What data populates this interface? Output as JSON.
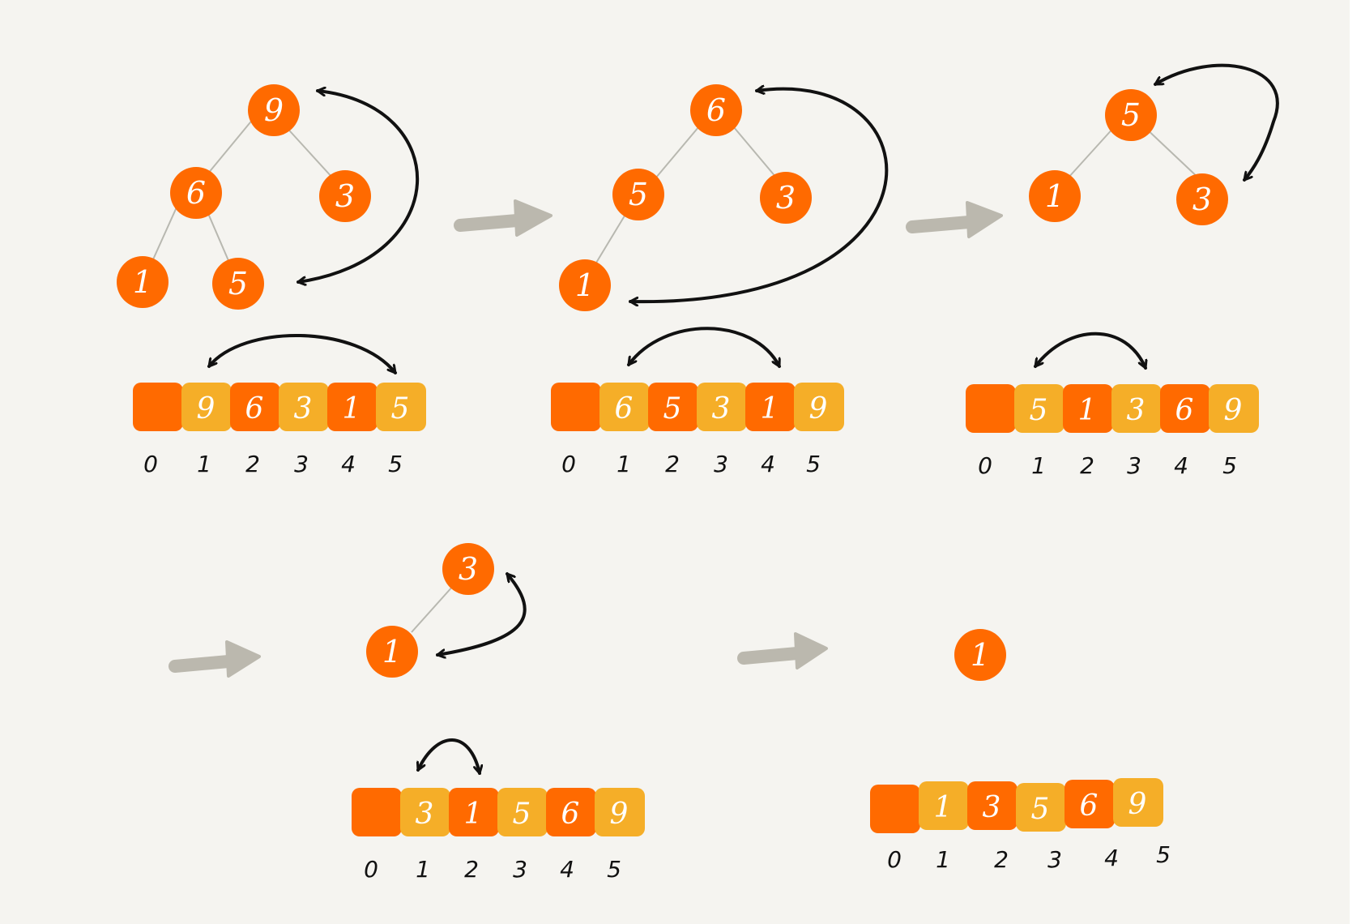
{
  "colors": {
    "background": "#f5f4f0",
    "node": "#ff6a00",
    "cell_dark": "#ff6a00",
    "cell_light": "#f5ae28",
    "edge": "#b8b8b0",
    "swap_arrow": "#111111",
    "step_arrow": "#bbb8ae"
  },
  "steps": [
    {
      "tree": [
        "9",
        "6",
        "3",
        "1",
        "5"
      ],
      "array": [
        "",
        "9",
        "6",
        "3",
        "1",
        "5"
      ],
      "indices": [
        "0",
        "1",
        "2",
        "3",
        "4",
        "5"
      ]
    },
    {
      "tree": [
        "6",
        "5",
        "3",
        "1"
      ],
      "array": [
        "",
        "6",
        "5",
        "3",
        "1",
        "9"
      ],
      "indices": [
        "0",
        "1",
        "2",
        "3",
        "4",
        "5"
      ]
    },
    {
      "tree": [
        "5",
        "1",
        "3"
      ],
      "array": [
        "",
        "5",
        "1",
        "3",
        "6",
        "9"
      ],
      "indices": [
        "0",
        "1",
        "2",
        "3",
        "4",
        "5"
      ]
    },
    {
      "tree": [
        "3",
        "1"
      ],
      "array": [
        "",
        "3",
        "1",
        "5",
        "6",
        "9"
      ],
      "indices": [
        "0",
        "1",
        "2",
        "3",
        "4",
        "5"
      ]
    },
    {
      "tree": [
        "1"
      ],
      "array": [
        "",
        "1",
        "3",
        "5",
        "6",
        "9"
      ],
      "indices": [
        "0",
        "1",
        "2",
        "3",
        "4",
        "5"
      ]
    }
  ]
}
